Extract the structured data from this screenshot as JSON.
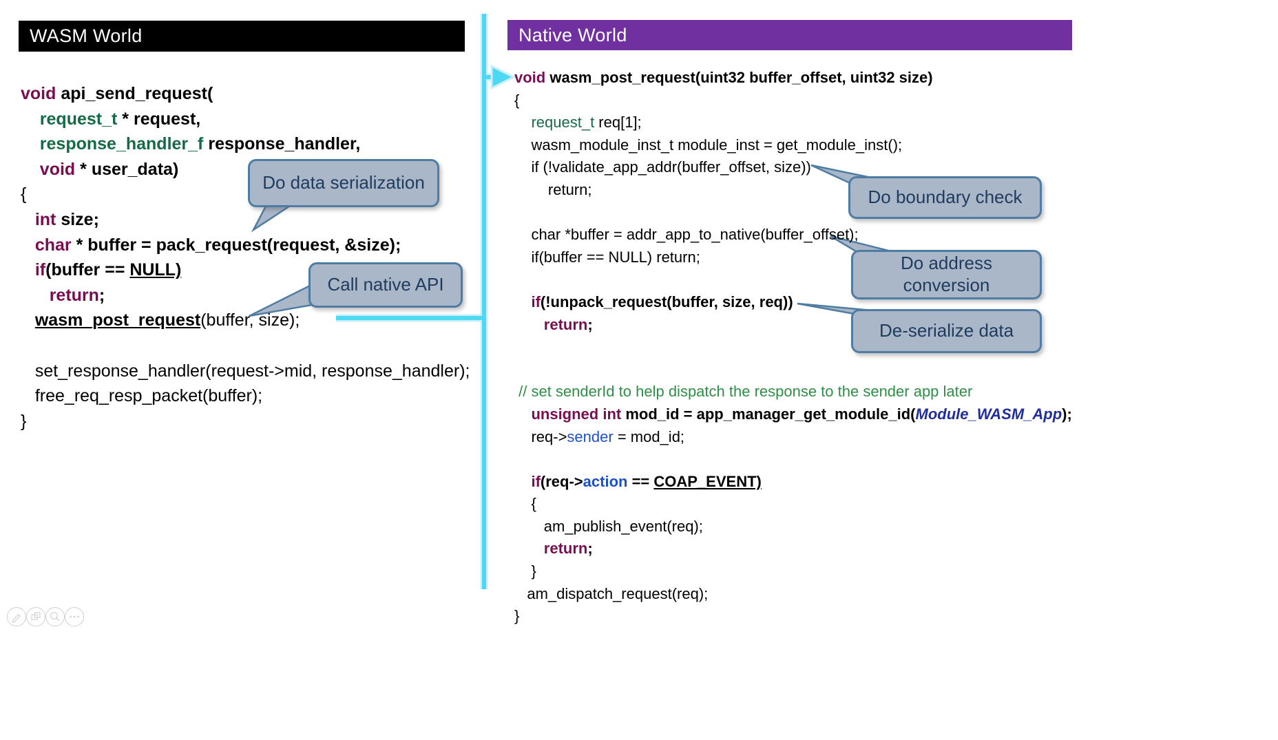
{
  "left_panel": {
    "header": "WASM World",
    "code": [
      [
        {
          "t": "void",
          "c": "kw"
        },
        {
          "t": " api_send_request(",
          "c": "b"
        }
      ],
      [
        {
          "t": "    ",
          "c": "b"
        },
        {
          "t": "request_t",
          "c": "ty"
        },
        {
          "t": " * request,",
          "c": "b"
        }
      ],
      [
        {
          "t": "    ",
          "c": "b"
        },
        {
          "t": "response_handler_f",
          "c": "ty"
        },
        {
          "t": " response_handler,",
          "c": "b"
        }
      ],
      [
        {
          "t": "    ",
          "c": "b"
        },
        {
          "t": "void",
          "c": "kw"
        },
        {
          "t": " * user_data)",
          "c": "b"
        }
      ],
      [
        {
          "t": "{",
          "c": "r"
        }
      ],
      [
        {
          "t": "   ",
          "c": "b"
        },
        {
          "t": "int",
          "c": "kw"
        },
        {
          "t": " size;",
          "c": "b"
        }
      ],
      [
        {
          "t": "   ",
          "c": "b"
        },
        {
          "t": "char",
          "c": "kw"
        },
        {
          "t": " * buffer = pack_request(request, &size);",
          "c": "b"
        }
      ],
      [
        {
          "t": "   ",
          "c": "b"
        },
        {
          "t": "if",
          "c": "kw"
        },
        {
          "t": "(buffer == ",
          "c": "b"
        },
        {
          "t": "NULL)",
          "c": "bu"
        }
      ],
      [
        {
          "t": "      ",
          "c": "b"
        },
        {
          "t": "return",
          "c": "kw"
        },
        {
          "t": ";",
          "c": "b"
        }
      ],
      [
        {
          "t": "   ",
          "c": "r"
        },
        {
          "t": "wasm_post_request",
          "c": "bu"
        },
        {
          "t": "(buffer, size);",
          "c": "r"
        }
      ],
      [],
      [
        {
          "t": "   set_response_handler(request->mid, response_handler);",
          "c": "r"
        }
      ],
      [
        {
          "t": "   free_req_resp_packet(buffer);",
          "c": "r"
        }
      ],
      [
        {
          "t": "}",
          "c": "r"
        }
      ]
    ]
  },
  "right_panel": {
    "header": "Native World",
    "code": [
      [
        {
          "t": "void",
          "c": "kw"
        },
        {
          "t": " wasm_post_request(uint32 buffer_offset, uint32 size)",
          "c": "b"
        }
      ],
      [
        {
          "t": "{",
          "c": "r"
        }
      ],
      [
        {
          "t": "    ",
          "c": "r"
        },
        {
          "t": "request_t",
          "c": "tyr"
        },
        {
          "t": " req[1];",
          "c": "r"
        }
      ],
      [
        {
          "t": "    wasm_module_inst_t module_inst = get_module_inst();",
          "c": "r"
        }
      ],
      [
        {
          "t": "    if (!validate_app_addr(buffer_offset, size))",
          "c": "r"
        }
      ],
      [
        {
          "t": "        return;",
          "c": "r"
        }
      ],
      [],
      [
        {
          "t": "    char *buffer = addr_app_to_native(buffer_offset);",
          "c": "r"
        }
      ],
      [
        {
          "t": "    if(buffer == NULL) return;",
          "c": "r"
        }
      ],
      [],
      [
        {
          "t": "    ",
          "c": "b"
        },
        {
          "t": "if",
          "c": "kw"
        },
        {
          "t": "(!unpack_request(buffer, size, req))",
          "c": "b"
        }
      ],
      [
        {
          "t": "       ",
          "c": "b"
        },
        {
          "t": "return",
          "c": "kw"
        },
        {
          "t": ";",
          "c": "b"
        }
      ],
      [],
      [],
      [
        {
          "t": " ",
          "c": "com"
        },
        {
          "t": "// set senderId to help dispatch the response to the sender app later",
          "c": "com"
        }
      ],
      [
        {
          "t": "    ",
          "c": "b"
        },
        {
          "t": "unsigned int",
          "c": "kw"
        },
        {
          "t": " mod_id = app_manager_get_module_id(",
          "c": "b"
        },
        {
          "t": "Module_WASM_App",
          "c": "mod"
        },
        {
          "t": ");",
          "c": "b"
        }
      ],
      [
        {
          "t": "    req->",
          "c": "r"
        },
        {
          "t": "sender",
          "c": "blu"
        },
        {
          "t": " = mod_id;",
          "c": "r"
        }
      ],
      [],
      [
        {
          "t": "    ",
          "c": "b"
        },
        {
          "t": "if",
          "c": "kw"
        },
        {
          "t": "(req->",
          "c": "b"
        },
        {
          "t": "action",
          "c": "blb"
        },
        {
          "t": " == ",
          "c": "b"
        },
        {
          "t": "COAP_EVENT)",
          "c": "bu"
        }
      ],
      [
        {
          "t": "    {",
          "c": "r"
        }
      ],
      [
        {
          "t": "       am_publish_event(req);",
          "c": "r"
        }
      ],
      [
        {
          "t": "       ",
          "c": "b"
        },
        {
          "t": "return",
          "c": "kw"
        },
        {
          "t": ";",
          "c": "b"
        }
      ],
      [
        {
          "t": "    }",
          "c": "r"
        }
      ],
      [
        {
          "t": "   am_dispatch_request(req);",
          "c": "r"
        }
      ],
      [
        {
          "t": "}",
          "c": "r"
        }
      ]
    ]
  },
  "callouts": [
    {
      "text": "Do data serialization"
    },
    {
      "text": "Call native API"
    },
    {
      "text": "Do boundary check"
    },
    {
      "text": "Do address conversion"
    },
    {
      "text": "De-serialize data"
    }
  ],
  "colors": {
    "left_header_bg": "#000000",
    "right_header_bg": "#7030a0",
    "arrow_cyan": "#4ed8f3",
    "callout_fill": "#a9b7c8",
    "callout_border": "#4f7ca3",
    "keyword_purple": "#7b0c50",
    "type_green": "#156b46",
    "comment_green": "#2e8f46",
    "identifier_blue": "#1d50c8",
    "module_navy": "#202d9e"
  },
  "toolbar": {
    "icons": [
      "pen-icon",
      "slide-sorter-icon",
      "zoom-icon",
      "more-options-icon"
    ]
  }
}
